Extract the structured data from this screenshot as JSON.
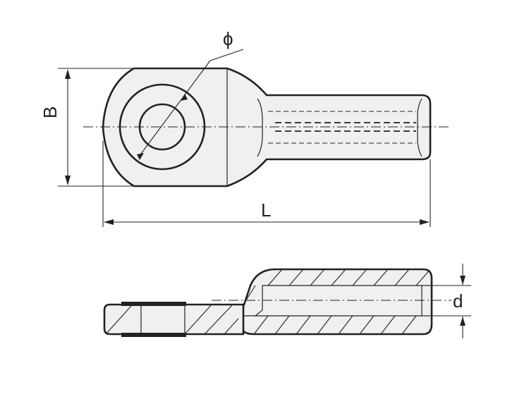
{
  "labels": {
    "diameter": "ϕ",
    "width": "B",
    "length": "L",
    "inner_diameter": "d"
  }
}
